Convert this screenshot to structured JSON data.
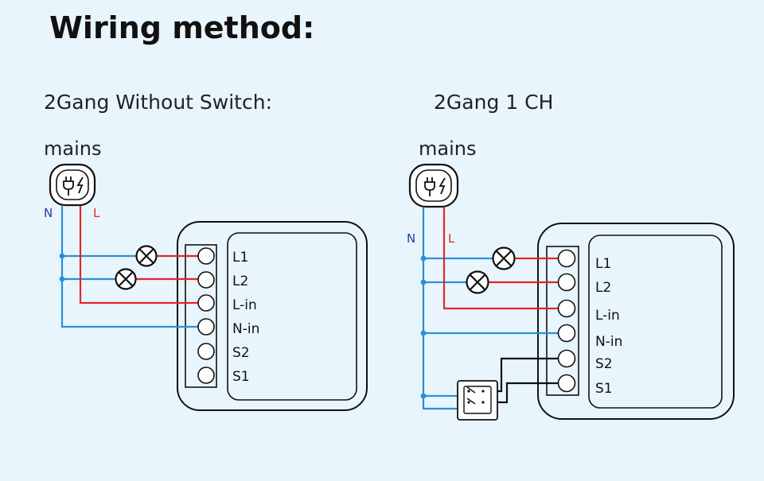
{
  "title": "Wiring method:",
  "colors": {
    "background": "#e9f5fd",
    "neutral_wire": "#2a8fd8",
    "live_wire": "#e02828",
    "switch_wire": "#111111",
    "n_label": "#1f3f9e",
    "l_label": "#e02828"
  },
  "left_diagram": {
    "subtitle": "2Gang Without Switch:",
    "mains_label": "mains",
    "n_label": "N",
    "l_label": "L",
    "terminals": [
      "L1",
      "L2",
      "L-in",
      "N-in",
      "S2",
      "S1"
    ],
    "icons": [
      "plug-icon",
      "lightning-icon",
      "lamp-icon",
      "lamp-icon"
    ]
  },
  "right_diagram": {
    "subtitle": "2Gang 1 CH",
    "mains_label": "mains",
    "n_label": "N",
    "l_label": "L",
    "terminals": [
      "L1",
      "L2",
      "L-in",
      "N-in",
      "S2",
      "S1"
    ],
    "icons": [
      "plug-icon",
      "lightning-icon",
      "lamp-icon",
      "lamp-icon",
      "double-switch-icon"
    ]
  }
}
